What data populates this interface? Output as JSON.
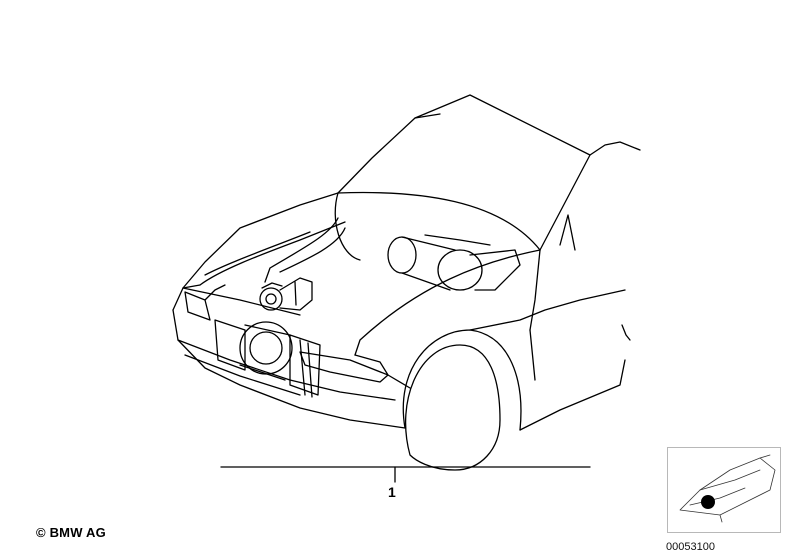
{
  "diagram": {
    "callouts": [
      {
        "number": "1"
      }
    ]
  },
  "footer": {
    "copyright": "© BMW AG",
    "reference_code": "00053100"
  },
  "colors": {
    "line": "#000000",
    "reference_box_border": "#b8b8b8",
    "marker": "#000000"
  }
}
